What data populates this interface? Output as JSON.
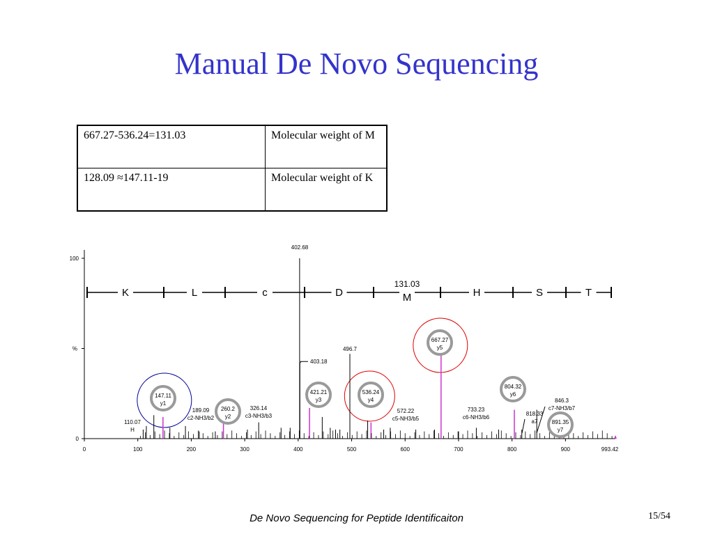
{
  "slide": {
    "title": "Manual De Novo Sequencing",
    "footer": "De Novo Sequencing for Peptide Identificaiton",
    "page": "15/54"
  },
  "table": {
    "rows": [
      {
        "calc": "667.27-536.24=131.03",
        "desc": "Molecular weight of M"
      },
      {
        "calc": "128.09 ≈147.11-19",
        "desc": "Molecular weight of K"
      }
    ]
  },
  "chart_data": {
    "type": "bar",
    "title": "",
    "xlabel": "",
    "ylabel": "%",
    "xlim": [
      0,
      993.42
    ],
    "ylim": [
      0,
      100
    ],
    "x_ticks": [
      "0",
      "100",
      "200",
      "300",
      "400",
      "500",
      "600",
      "700",
      "800",
      "900"
    ],
    "x_end_label": "993.42",
    "y_ticks": [
      "0",
      "100"
    ],
    "peaks": [
      {
        "mz": 110.07,
        "intensity": 5,
        "label": "110.07",
        "ion": "H"
      },
      {
        "mz": 116,
        "intensity": 7
      },
      {
        "mz": 130,
        "intensity": 13
      },
      {
        "mz": 147.11,
        "intensity": 12,
        "label": "147.11",
        "ion": "y1"
      },
      {
        "mz": 160,
        "intensity": 6
      },
      {
        "mz": 189.09,
        "intensity": 7,
        "label": "189.09",
        "ion": "c2-NH3/b2"
      },
      {
        "mz": 215,
        "intensity": 4
      },
      {
        "mz": 245,
        "intensity": 4
      },
      {
        "mz": 260.2,
        "intensity": 10,
        "label": "260.2",
        "ion": "y2"
      },
      {
        "mz": 305,
        "intensity": 5
      },
      {
        "mz": 326.14,
        "intensity": 9,
        "label": "326.14",
        "ion": "c3-NH3/b3"
      },
      {
        "mz": 368,
        "intensity": 6
      },
      {
        "mz": 385,
        "intensity": 6
      },
      {
        "mz": 402.68,
        "intensity": 100,
        "label": "402.68"
      },
      {
        "mz": 403.18,
        "intensity": 42,
        "label": "403.18"
      },
      {
        "mz": 421.21,
        "intensity": 17,
        "label": "421.21",
        "ion": "y3"
      },
      {
        "mz": 445,
        "intensity": 12
      },
      {
        "mz": 460,
        "intensity": 6
      },
      {
        "mz": 470,
        "intensity": 5
      },
      {
        "mz": 478,
        "intensity": 5
      },
      {
        "mz": 496.7,
        "intensity": 47,
        "label": "496.7"
      },
      {
        "mz": 530,
        "intensity": 10
      },
      {
        "mz": 536.24,
        "intensity": 9,
        "label": "536.24",
        "ion": "y4"
      },
      {
        "mz": 560,
        "intensity": 5
      },
      {
        "mz": 572.22,
        "intensity": 6,
        "label": "572.22",
        "ion": "c5-NH3/b5"
      },
      {
        "mz": 620,
        "intensity": 5
      },
      {
        "mz": 655,
        "intensity": 5
      },
      {
        "mz": 667.27,
        "intensity": 46,
        "label": "667.27",
        "ion": "y5"
      },
      {
        "mz": 700,
        "intensity": 4
      },
      {
        "mz": 733.23,
        "intensity": 6,
        "label": "733.23",
        "ion": "c6-NH3/b6"
      },
      {
        "mz": 775,
        "intensity": 5
      },
      {
        "mz": 804.32,
        "intensity": 16,
        "label": "804.32",
        "ion": "y6"
      },
      {
        "mz": 818.33,
        "intensity": 5,
        "label": "818.33",
        "ion": "a7"
      },
      {
        "mz": 846.3,
        "intensity": 16,
        "label": "846.3",
        "ion": "c7-NH3/b7"
      },
      {
        "mz": 891.35,
        "intensity": 4,
        "label": "891.35",
        "ion": "y7"
      }
    ],
    "sequence": [
      "K",
      "L",
      "c",
      "D",
      "M",
      "H",
      "S",
      "T"
    ],
    "sequence_annotation": "131.03",
    "colors": {
      "y_ion_line": "#cc33cc",
      "red_circle": "#dd0000",
      "blue_circle": "#000099",
      "axis": "#000000"
    }
  }
}
